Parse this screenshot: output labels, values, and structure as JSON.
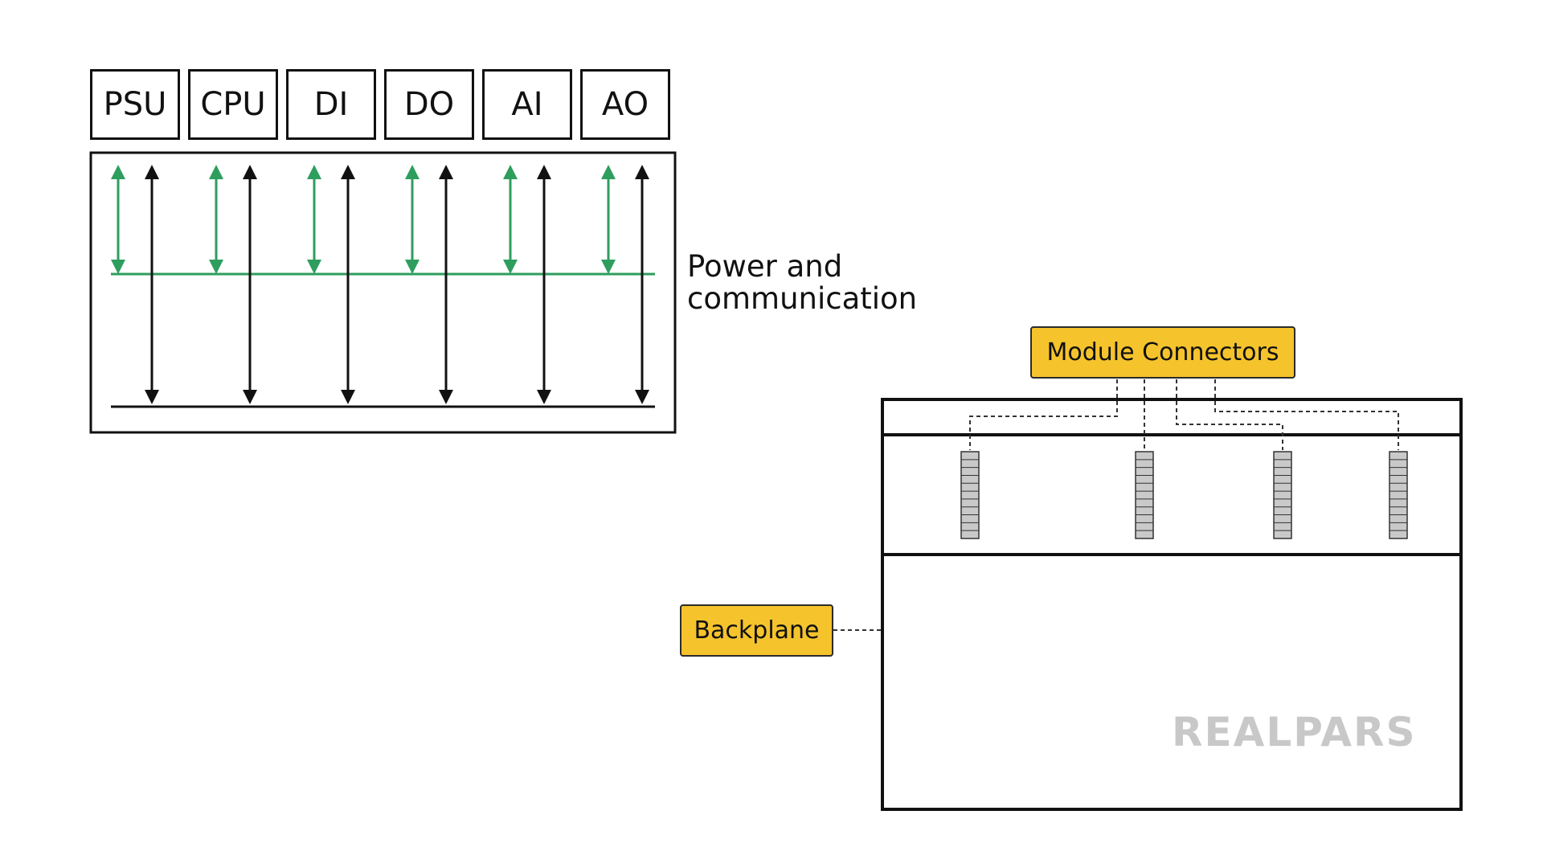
{
  "modules": [
    {
      "id": "psu",
      "label": "PSU"
    },
    {
      "id": "cpu",
      "label": "CPU"
    },
    {
      "id": "di",
      "label": "DI"
    },
    {
      "id": "do",
      "label": "DO"
    },
    {
      "id": "ai",
      "label": "AI"
    },
    {
      "id": "ao",
      "label": "AO"
    }
  ],
  "bus_caption": "Power and communication",
  "callouts": {
    "module_connectors": "Module Connectors",
    "backplane": "Backplane"
  },
  "watermark": "REALPARS",
  "colors": {
    "green_arrow": "#2e9e5e",
    "black_arrow": "#111111",
    "callout_fill": "#f5c32c"
  },
  "connector_count": 4
}
